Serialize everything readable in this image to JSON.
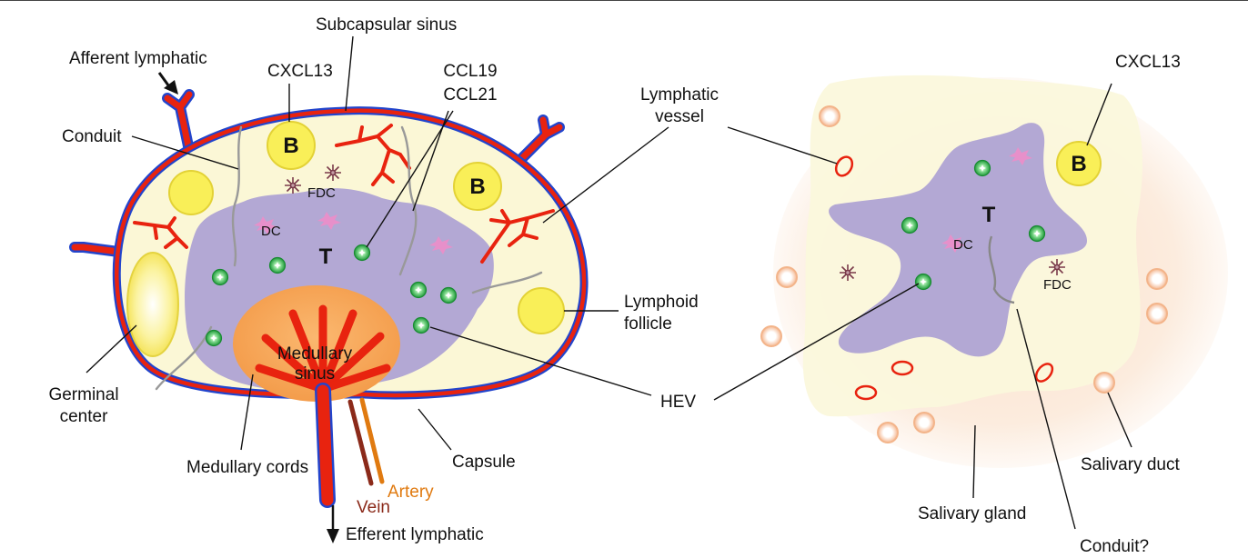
{
  "colors": {
    "capsule_blue": "#2244cc",
    "lymphatic_red": "#e8230f",
    "paracortex_purple": "#b3a8d4",
    "cortex_yellow": "#fbf7d6",
    "follicle_yellow": "#f9ef58",
    "medulla_orange": "#f7a050",
    "hev_green": "#2fb54a",
    "dc_pink": "#f08cc8",
    "vein_brown": "#8b2a1a",
    "artery_orange": "#e07a10",
    "salivary_peach": "#f6c8a0"
  },
  "lymph_node": {
    "labels": {
      "subcapsular_sinus": "Subcapsular sinus",
      "afferent_lymphatic": "Afferent lymphatic",
      "cxcl13": "CXCL13",
      "ccl19": "CCL19",
      "ccl21": "CCL21",
      "conduit": "Conduit",
      "lymphatic_vessel_1": "Lymphatic",
      "lymphatic_vessel_2": "vessel",
      "lymphoid_follicle_1": "Lymphoid",
      "lymphoid_follicle_2": "follicle",
      "germinal_center_1": "Germinal",
      "germinal_center_2": "center",
      "medullary_cords": "Medullary cords",
      "medullary_sinus_1": "Medullary",
      "medullary_sinus_2": "sinus",
      "capsule": "Capsule",
      "artery": "Artery",
      "vein": "Vein",
      "efferent_lymphatic": "Efferent lymphatic",
      "hev": "HEV",
      "fdc": "FDC",
      "dc": "DC",
      "b_cell_1": "B",
      "b_cell_2": "B",
      "t_zone": "T"
    }
  },
  "salivary_gland": {
    "labels": {
      "cxcl13": "CXCL13",
      "b_cell": "B",
      "t_zone": "T",
      "dc": "DC",
      "fdc": "FDC",
      "salivary_duct": "Salivary duct",
      "salivary_gland": "Salivary gland",
      "conduit_question": "Conduit?"
    }
  }
}
